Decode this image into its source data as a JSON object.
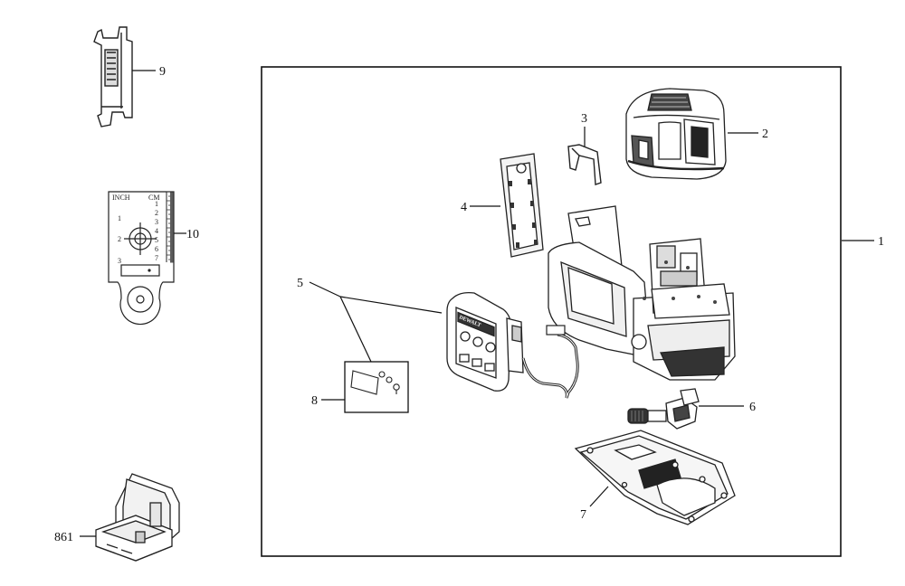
{
  "diagram": {
    "callouts": {
      "c1": "1",
      "c2": "2",
      "c3": "3",
      "c4": "4",
      "c5": "5",
      "c6": "6",
      "c7": "7",
      "c8": "8",
      "c9": "9",
      "c10": "10",
      "c861": "861"
    },
    "target_card": {
      "unit_inch": "INCH",
      "unit_cm": "CM",
      "cm_marks": [
        "1",
        "2",
        "3",
        "4",
        "5",
        "6",
        "7"
      ],
      "inch_marks": [
        "1",
        "2",
        "3"
      ]
    },
    "keypad_brand": "DEWALT"
  }
}
